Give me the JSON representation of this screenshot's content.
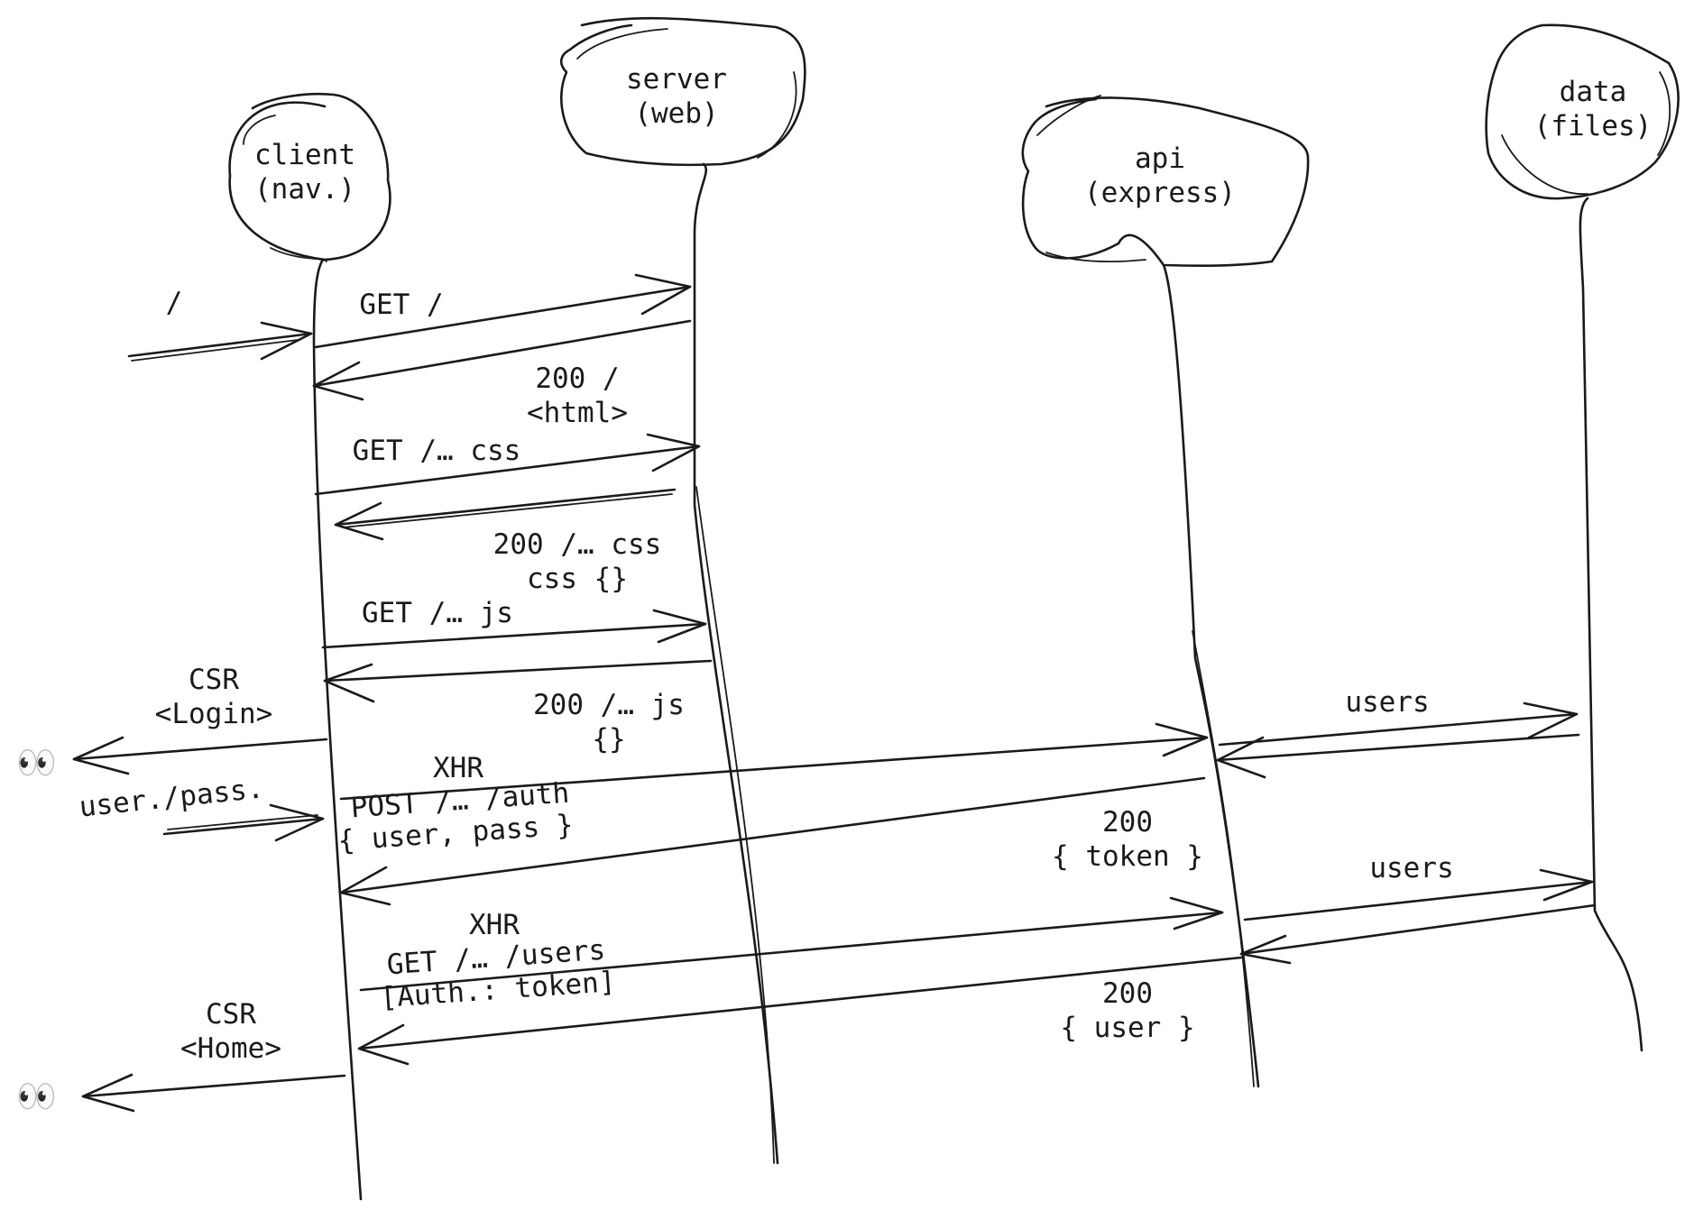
{
  "participants": {
    "client": [
      "client",
      "(nav.)"
    ],
    "server": [
      "server",
      "(web)"
    ],
    "api": [
      "api",
      "(express)"
    ],
    "data": [
      "data",
      "(files)"
    ]
  },
  "messages": {
    "m_slash": [
      "/"
    ],
    "m_get_root": [
      "GET /"
    ],
    "m_200_html": [
      "200 /",
      "<html>"
    ],
    "m_get_css": [
      "GET /… css"
    ],
    "m_200_css": [
      "200 /… css",
      "css {}"
    ],
    "m_get_js": [
      "GET /… js"
    ],
    "m_200_js": [
      "200 /… js",
      "{}"
    ],
    "m_csr_login": [
      "CSR",
      "<Login>"
    ],
    "m_userpass": [
      "user./pass."
    ],
    "m_xhr_post": [
      "XHR",
      "POST /… /auth",
      "{ user, pass }"
    ],
    "m_users_1": [
      "users"
    ],
    "m_200_token": [
      "200",
      "{ token }"
    ],
    "m_xhr_get": [
      "XHR",
      "GET /… /users",
      "[Auth.: token]"
    ],
    "m_users_2": [
      "users"
    ],
    "m_200_user": [
      "200",
      "{ user }"
    ],
    "m_csr_home": [
      "CSR",
      "<Home>"
    ]
  },
  "icons": {
    "eyes_1": "eyes-icon",
    "eyes_2": "eyes-icon",
    "eyes_glyph": "👀"
  }
}
